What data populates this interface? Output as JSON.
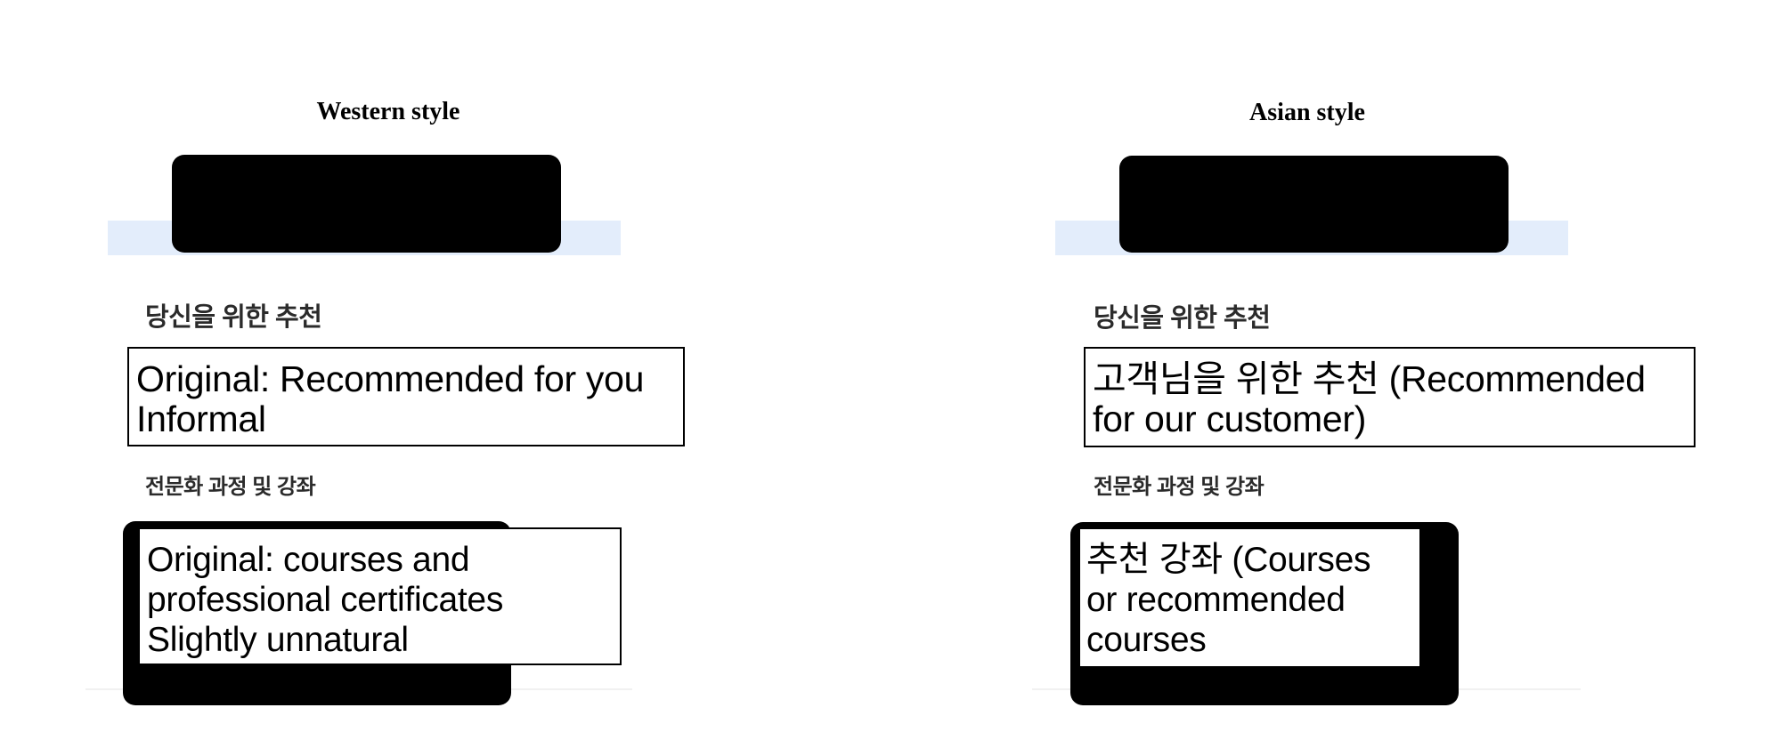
{
  "columns": [
    {
      "title": "Western style",
      "banner": {
        "redacted": true
      },
      "section_heading": "당신을 위한 추천",
      "section_note": {
        "line1": "Original: Recommended for you",
        "line2": "Informal"
      },
      "subsection_heading": "전문화 과정 및 강좌",
      "subsection_note": {
        "line1": "Original: courses and",
        "line2": "professional certificates",
        "line3": "Slightly unnatural"
      }
    },
    {
      "title": "Asian style",
      "banner": {
        "redacted": true
      },
      "section_heading": "당신을 위한 추천",
      "section_note": {
        "line1": "고객님을 위한 추천 (Recommended",
        "line2": "for our customer)"
      },
      "subsection_heading": "전문화 과정 및 강좌",
      "subsection_note": {
        "line1": "추천 강좌 (Courses",
        "line2": "or recommended",
        "line3": "courses"
      }
    }
  ],
  "colors": {
    "highlight_strip": "#e3edfb",
    "redaction": "#000000",
    "heading_text": "#2b2b2b",
    "divider": "#f1f1f1"
  }
}
